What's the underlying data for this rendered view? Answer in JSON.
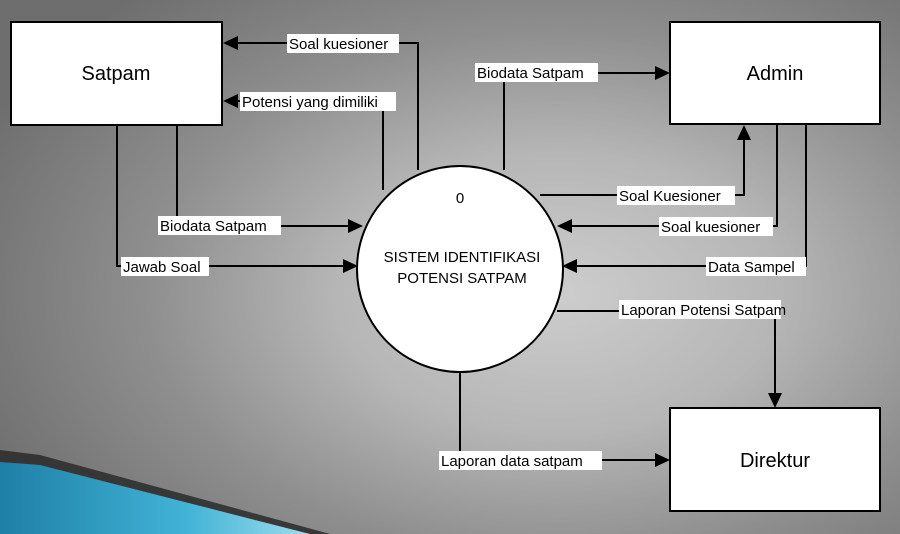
{
  "entities": {
    "satpam": "Satpam",
    "admin": "Admin",
    "direktur": "Direktur"
  },
  "process": {
    "number": "0",
    "line1": "SISTEM IDENTIFIKASI",
    "line2": "POTENSI SATPAM"
  },
  "flows": {
    "soal_kuesioner_to_satpam": "Soal kuesioner",
    "potensi_yang_dimiliki": "Potensi yang dimiliki",
    "biodata_satpam_from_satpam": "Biodata Satpam",
    "jawab_soal": "Jawab Soal",
    "biodata_satpam_to_admin": "Biodata Satpam",
    "soal_kuesioner_to_admin": "Soal Kuesioner",
    "soal_kuesioner_from_admin": "Soal kuesioner",
    "data_sampel": "Data Sampel",
    "laporan_potensi_satpam": "Laporan Potensi Satpam",
    "laporan_data_satpam": "Laporan data satpam"
  },
  "colors": {
    "background": "#a9a9a9",
    "accent_teal": "#3fa9c9"
  }
}
